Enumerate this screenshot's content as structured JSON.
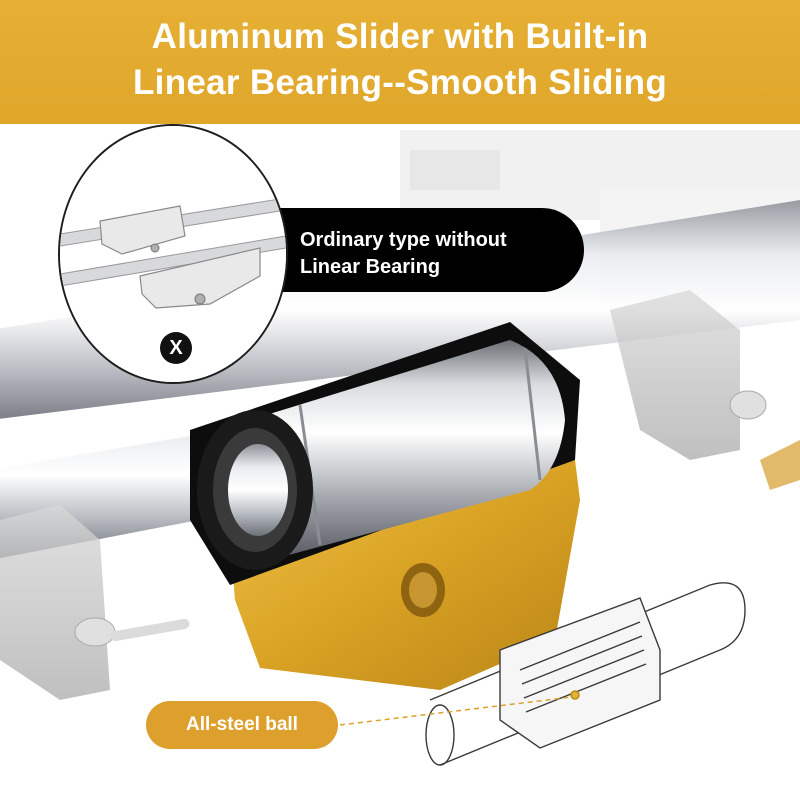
{
  "banner": {
    "title_line1": "Aluminum Slider with Built-in",
    "title_line2": "Linear Bearing--Smooth Sliding",
    "color": "#e2aa2f"
  },
  "comparison": {
    "label_line1": "Ordinary type without",
    "label_line2": "Linear Bearing",
    "mark": "X"
  },
  "detail": {
    "label": "All-steel ball"
  },
  "colors": {
    "accent_gold": "#dea02d",
    "dark_pill": "#000000",
    "rod_steel": "#c8ccd2"
  },
  "icons": [
    "close-icon"
  ]
}
